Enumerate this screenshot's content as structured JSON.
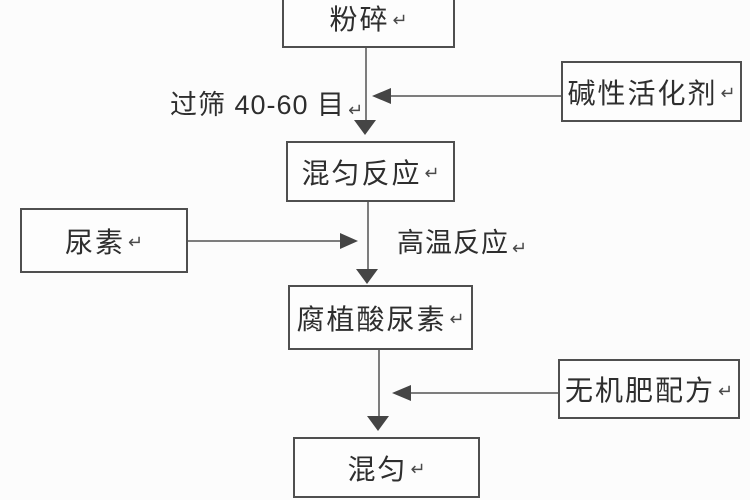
{
  "diagram": {
    "return_mark": "↵",
    "colors": {
      "background": "#fcfcfc",
      "box_border": "#4f4f4f",
      "arrow_line": "#7d7d7d",
      "arrow_head": "#454545",
      "text": "#2e2e2e"
    },
    "nodes": {
      "crush": {
        "label": "粉碎"
      },
      "alkaline_activator": {
        "label": "碱性活化剂"
      },
      "mix_reaction": {
        "label": "混匀反应"
      },
      "urea": {
        "label": "尿素"
      },
      "humic_acid_urea": {
        "label": "腐植酸尿素"
      },
      "inorganic_fertilizer_formula": {
        "label": "无机肥配方"
      },
      "mix": {
        "label": "混匀"
      }
    },
    "edge_labels": {
      "sieve": {
        "label": "过筛 40-60 目"
      },
      "high_temp_reaction": {
        "label": "高温反应"
      }
    }
  }
}
